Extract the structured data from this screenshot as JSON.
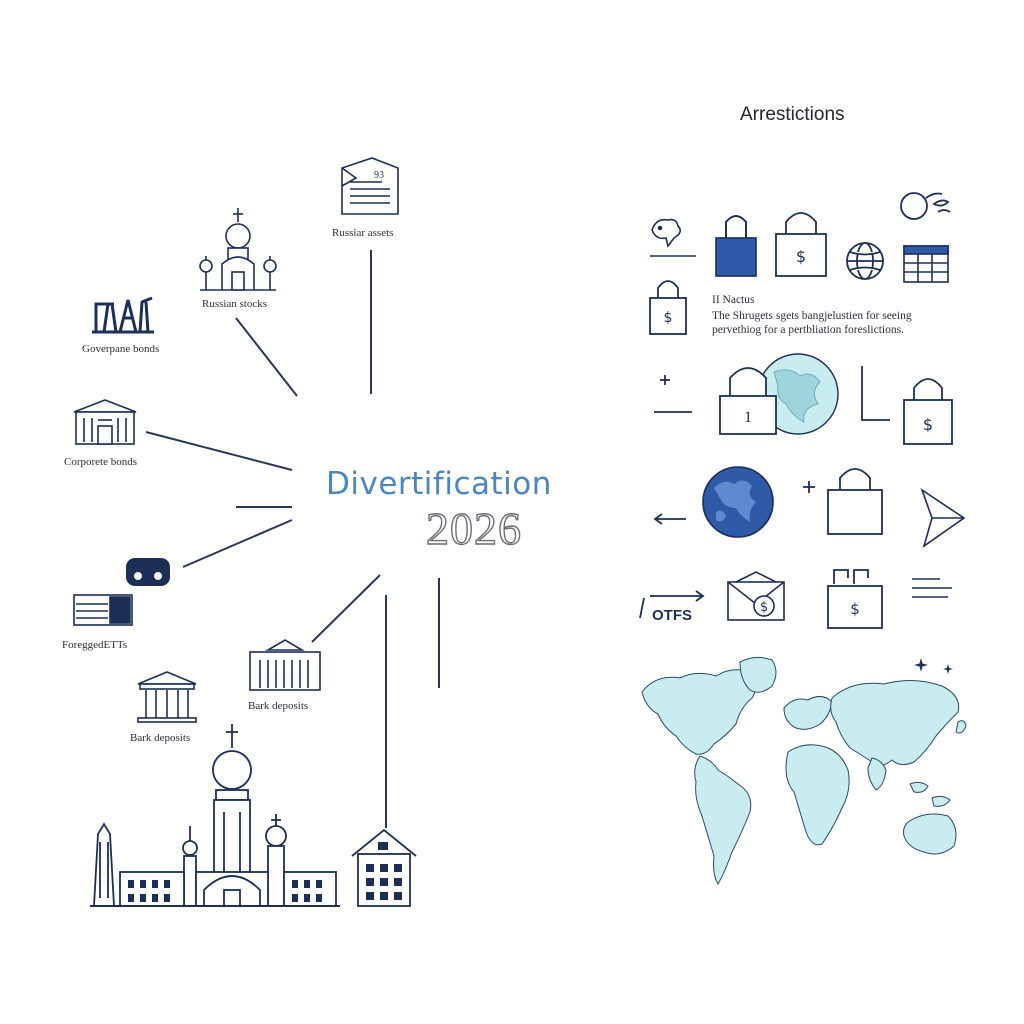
{
  "center": {
    "title": "Divertification",
    "year": "2026"
  },
  "left_labels": {
    "russian_assets": "Russiar assets",
    "russian_stocks": "Russian stocks",
    "government_bonds": "Goverpane bonds",
    "corporate_bonds": "Corporete bonds",
    "foreign_etfs": "ForeggedETTs",
    "bank_deposits_upper": "Bark deposits",
    "bank_deposits_lower": "Bark deposits"
  },
  "right": {
    "heading": "Arrestictions",
    "note_title": "II Nactus",
    "note_line1": "The Shrugets sgets bangjelustien for seeing",
    "note_line2": "pervethiog for a pertbliation foreslictions.",
    "doc_number": "93",
    "lock_number": "1",
    "etf_label": "OTFS"
  },
  "colors": {
    "navy": "#1d2f57",
    "accent_blue": "#2f5aa8",
    "title_blue": "#4b86c1",
    "map_fill": "#c9ecf0"
  }
}
